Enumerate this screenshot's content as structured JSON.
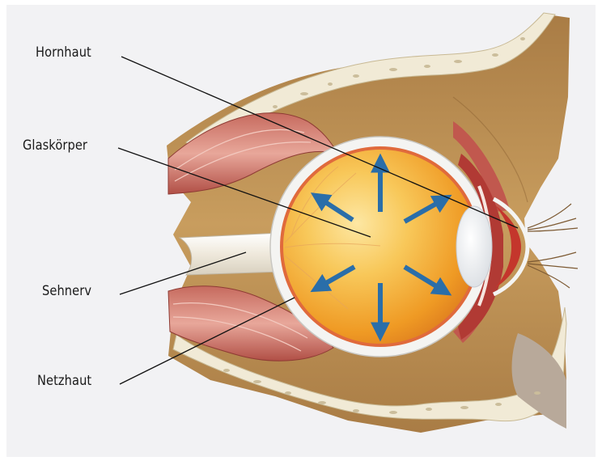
{
  "labels": {
    "cornea": "Hornhaut",
    "vitreous": "Glaskörper",
    "optic_nerve": "Sehnerv",
    "retina": "Netzhaut"
  },
  "colors": {
    "background": "#f2f2f4",
    "orbit_tissue": "#c49a5c",
    "bone": "#f1ead6",
    "muscle": "#b8564d",
    "sclera": "#f4f4f2",
    "vitreous": "#f0a22a",
    "arrow": "#2a6ea9"
  }
}
